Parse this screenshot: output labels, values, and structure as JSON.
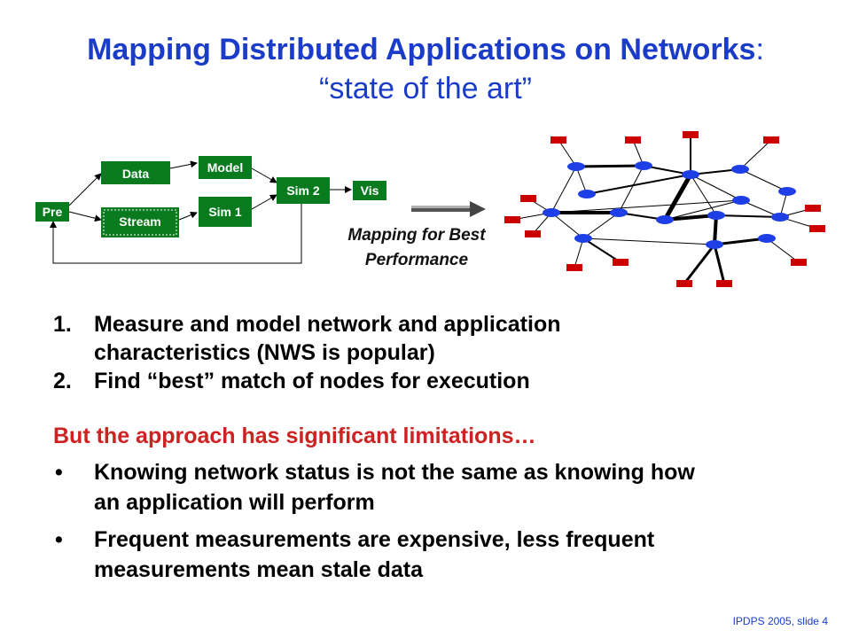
{
  "slide": {
    "title_main": "Mapping Distributed Applications on Networks",
    "title_colon": ":",
    "title_sub": "“state of the art”"
  },
  "workflow": {
    "pre": "Pre",
    "data": "Data",
    "stream": "Stream",
    "model": "Model",
    "sim1": "Sim 1",
    "sim2": "Sim 2",
    "vis": "Vis",
    "green": "#0a7a1e"
  },
  "mapping_caption": {
    "line1": "Mapping for Best",
    "line2": "Performance"
  },
  "network": {
    "node_color": "#1f3fe6",
    "host_color": "#cc0000"
  },
  "steps": [
    {
      "num": "1.",
      "line1": "Measure and model network and application",
      "line2": "characteristics (NWS is popular)"
    },
    {
      "num": "2.",
      "line1": "Find “best” match of nodes for execution"
    }
  ],
  "limitations_heading": "But the approach has significant limitations…",
  "limitations": [
    {
      "bullet": "•",
      "line1": "Knowing network status is not the same as knowing how",
      "line2": "an application will perform"
    },
    {
      "bullet": "•",
      "line1": "Frequent measurements are expensive, less frequent",
      "line2": "measurements mean stale data"
    }
  ],
  "footer": "IPDPS 2005, slide 4"
}
